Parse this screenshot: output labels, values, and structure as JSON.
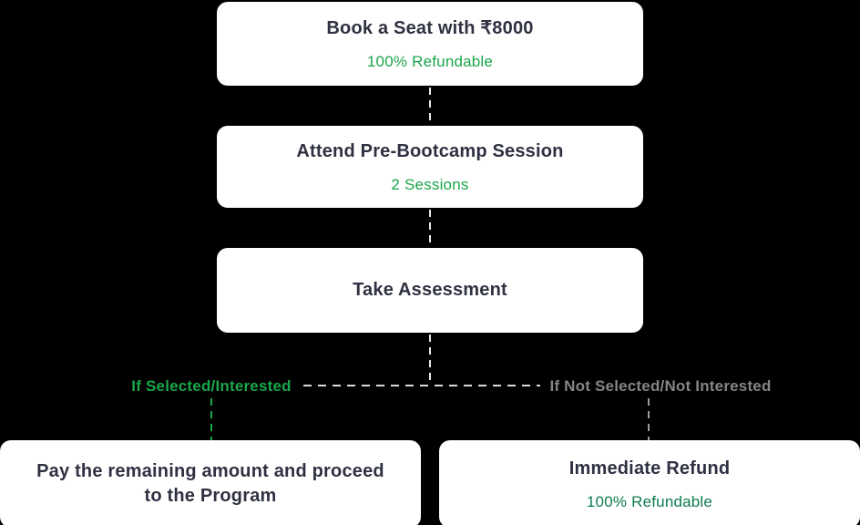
{
  "background_color": "#000000",
  "colors": {
    "card_background": "#ffffff",
    "title_text": "#2f3142",
    "accent_green": "#1aa64b",
    "dark_green": "#0d7a4e",
    "gray_label": "#858585",
    "connector_light": "#e8e8e8"
  },
  "flow": {
    "steps": [
      {
        "title": "Book a Seat with ₹8000",
        "subtitle": "100% Refundable"
      },
      {
        "title": "Attend Pre-Bootcamp Session",
        "subtitle": "2 Sessions"
      },
      {
        "title": "Take Assessment"
      }
    ],
    "branch": {
      "selected_label": "If Selected/Interested",
      "not_selected_label": "If Not Selected/Not Interested"
    },
    "outcomes": [
      {
        "title": "Pay the remaining amount and proceed to the Program"
      },
      {
        "title": "Immediate Refund",
        "subtitle": "100% Refundable"
      }
    ]
  }
}
